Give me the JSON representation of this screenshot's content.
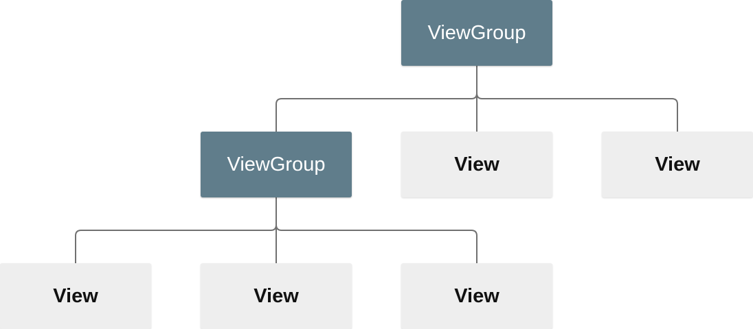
{
  "diagram": {
    "colors": {
      "group_fill": "#607d8b",
      "view_fill": "#eeeeee",
      "connector": "#707070"
    },
    "nodes": {
      "root": {
        "label": "ViewGroup",
        "kind": "group"
      },
      "child_group": {
        "label": "ViewGroup",
        "kind": "group"
      },
      "view_1": {
        "label": "View",
        "kind": "view"
      },
      "view_2": {
        "label": "View",
        "kind": "view"
      },
      "view_3": {
        "label": "View",
        "kind": "view"
      },
      "view_4": {
        "label": "View",
        "kind": "view"
      },
      "view_5": {
        "label": "View",
        "kind": "view"
      }
    },
    "edges": [
      {
        "from": "root",
        "to": "child_group"
      },
      {
        "from": "root",
        "to": "view_1"
      },
      {
        "from": "root",
        "to": "view_2"
      },
      {
        "from": "child_group",
        "to": "view_3"
      },
      {
        "from": "child_group",
        "to": "view_4"
      },
      {
        "from": "child_group",
        "to": "view_5"
      }
    ]
  }
}
